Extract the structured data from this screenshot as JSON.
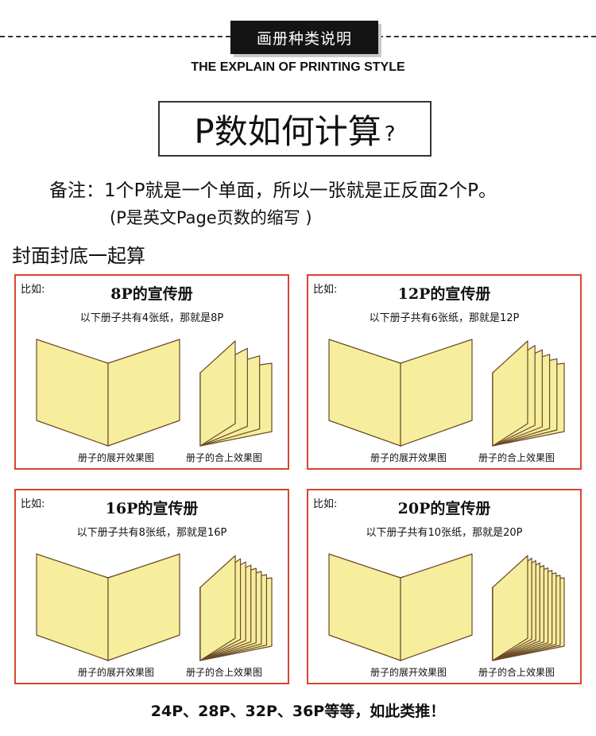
{
  "header": {
    "badge": "画册种类说明",
    "subtitle": "THE EXPLAIN OF PRINTING STYLE"
  },
  "question": {
    "text": "P数如何计算",
    "mark": "?"
  },
  "notes": {
    "line1": "备注：1个P就是一个单面，所以一张就是正反面2个P。",
    "line2": "(P是英文Page页数的缩写 )"
  },
  "cover_note": "封面封底一起算",
  "cards": [
    {
      "example": "比如:",
      "title": "8P的宣传册",
      "desc": "以下册子共有4张纸，那就是8P",
      "sheets": 4,
      "open_caption": "册子的展开效果图",
      "closed_caption": "册子的合上效果图"
    },
    {
      "example": "比如:",
      "title": "12P的宣传册",
      "desc": "以下册子共有6张纸，那就是12P",
      "sheets": 6,
      "open_caption": "册子的展开效果图",
      "closed_caption": "册子的合上效果图"
    },
    {
      "example": "比如:",
      "title": "16P的宣传册",
      "desc": "以下册子共有8张纸，那就是16P",
      "sheets": 8,
      "open_caption": "册子的展开效果图",
      "closed_caption": "册子的合上效果图"
    },
    {
      "example": "比如:",
      "title": "20P的宣传册",
      "desc": "以下册子共有10张纸，那就是20P",
      "sheets": 10,
      "open_caption": "册子的展开效果图",
      "closed_caption": "册子的合上效果图"
    }
  ],
  "footer": "24P、28P、32P、36P等等，如此类推！",
  "colors": {
    "page_fill": "#f6ee9c",
    "page_stroke": "#6b4a2a",
    "card_border": "#d8452f"
  }
}
